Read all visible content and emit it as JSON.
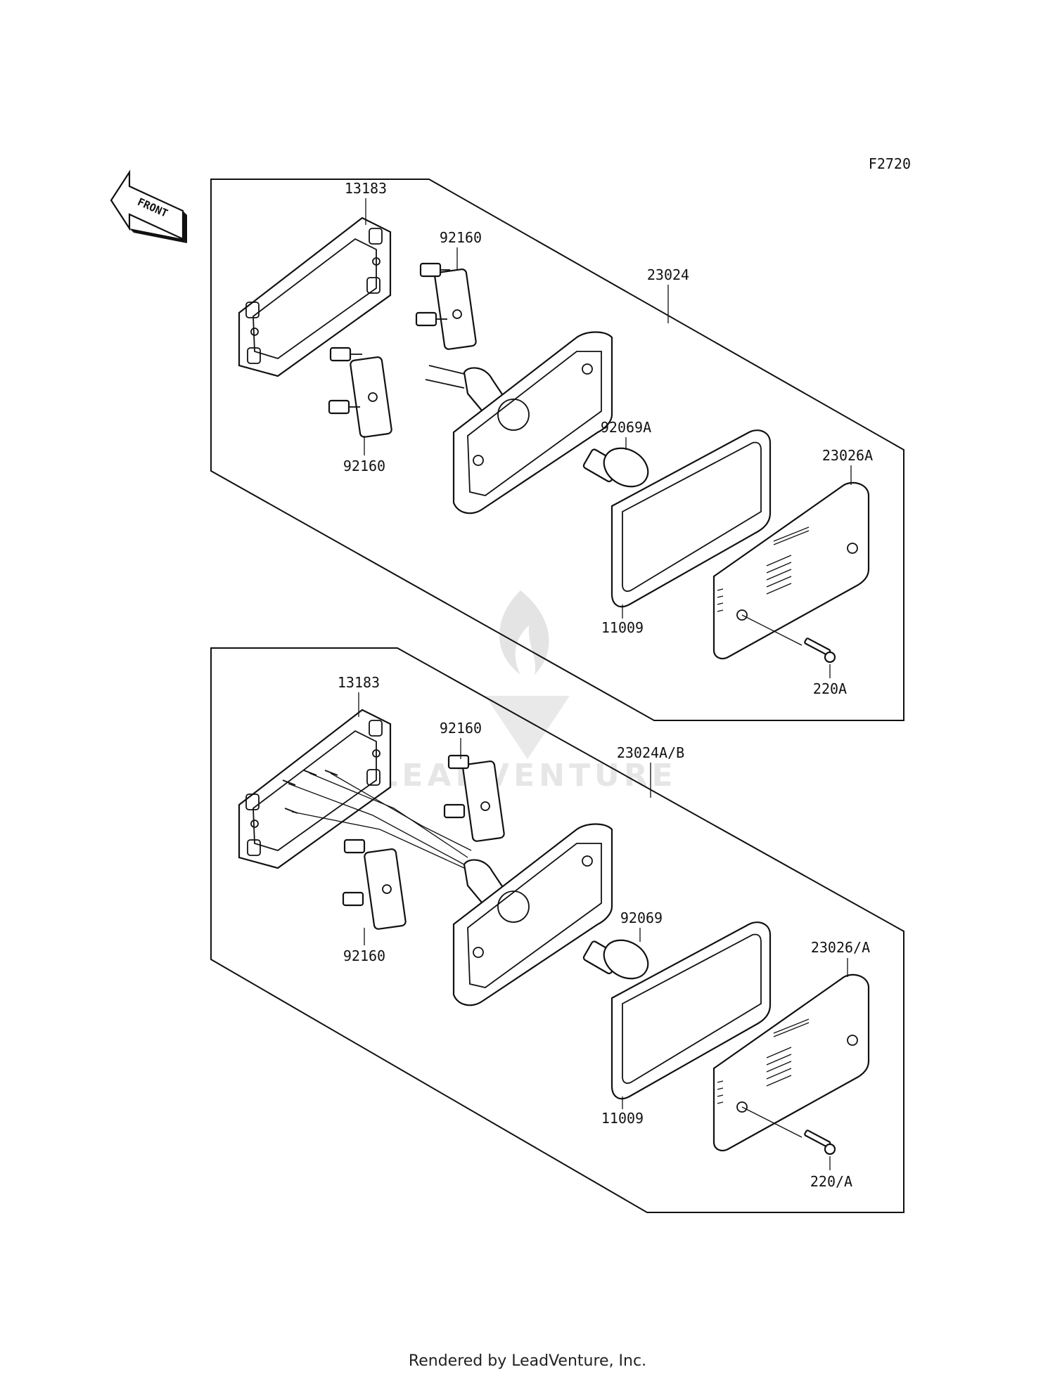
{
  "figure_code": "F2720",
  "front_arrow_label": "FRONT",
  "watermark_text": "LEADVENTURE",
  "footer_text": "Rendered by LeadVenture, Inc.",
  "top_assembly": {
    "assembly_label": "23024",
    "bracket_label": "13183",
    "grommet_upper_label": "92160",
    "grommet_lower_label": "92160",
    "bulb_label": "92069A",
    "gasket_label": "11009",
    "lens_label": "23026A",
    "screw_label": "220A"
  },
  "bottom_assembly": {
    "assembly_label": "23024A/B",
    "bracket_label": "13183",
    "grommet_upper_label": "92160",
    "grommet_lower_label": "92160",
    "bulb_label": "92069",
    "gasket_label": "11009",
    "lens_label": "23026/A",
    "screw_label": "220/A"
  }
}
